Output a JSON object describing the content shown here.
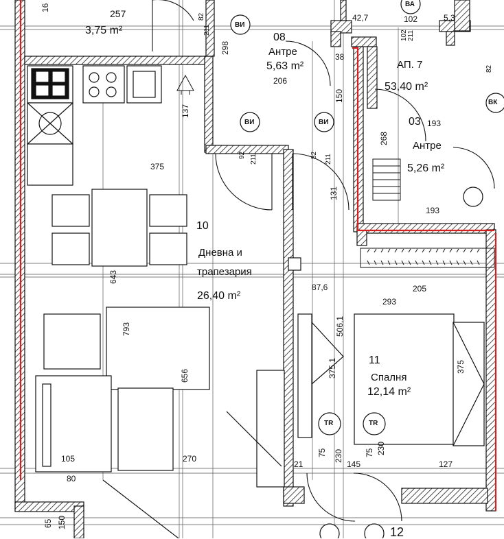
{
  "plan": {
    "apartment_label": "АП. 7",
    "apartment_area": "53,40 m²",
    "rooms": {
      "top_left_dim": "257",
      "top_left_area": "3,75 m²",
      "r08_num": "08",
      "r08_name": "Антре",
      "r08_area": "5,63 m²",
      "r03_num": "03",
      "r03_name": "Антре",
      "r03_area": "5,26 m²",
      "r10_num": "10",
      "r10_name_1": "Дневна и",
      "r10_name_2": "трапезария",
      "r10_area": "26,40 m²",
      "r11_num": "11",
      "r11_name": "Спалня",
      "r11_area": "12,14 m²",
      "r12_num": "12"
    },
    "tags": {
      "vi": "ВИ",
      "va": "ВА",
      "vk": "ВК",
      "tr": "TR"
    },
    "dims": {
      "d427": "42,7",
      "d102": "102",
      "d53": "5,3",
      "d82a": "82",
      "d211a": "211",
      "d298": "298",
      "d38": "38",
      "d206": "206",
      "d150": "150",
      "d102v": "102",
      "d211v": "211",
      "d82b": "82",
      "d137": "137",
      "d193a": "193",
      "d268": "268",
      "d193b": "193",
      "d375": "375",
      "d92": "92",
      "d211b": "211",
      "d82c": "82",
      "d211c": "211",
      "d131": "131",
      "d643": "643",
      "d876": "87,6",
      "d205": "205",
      "d293": "293",
      "d793": "793",
      "d5061": "506,1",
      "d3751": "375,1",
      "d656": "656",
      "d375r": "375",
      "d105": "105",
      "d270": "270",
      "d80": "80",
      "d21": "21",
      "d75a": "75",
      "d230a": "230",
      "d145": "145",
      "d75b": "75",
      "d230b": "230",
      "d127": "127",
      "d65": "65",
      "d150b": "150",
      "d16": "16"
    }
  }
}
